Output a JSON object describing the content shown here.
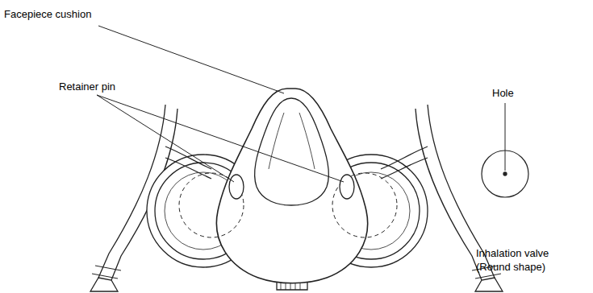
{
  "diagram": {
    "labels": [
      "Facepiece cushion",
      "Retainer pin",
      "Hole",
      "Inhalation valve (Round shape)"
    ]
  }
}
